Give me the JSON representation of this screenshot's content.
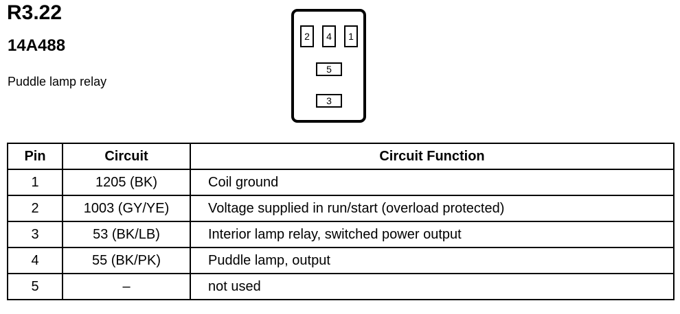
{
  "header": {
    "code": "R3.22",
    "part_number": "14A488",
    "description": "Puddle lamp relay"
  },
  "relay": {
    "pins": [
      "2",
      "4",
      "1",
      "5",
      "3"
    ]
  },
  "table": {
    "headers": [
      "Pin",
      "Circuit",
      "Circuit Function"
    ],
    "rows": [
      {
        "pin": "1",
        "circuit": "1205 (BK)",
        "function": "Coil ground"
      },
      {
        "pin": "2",
        "circuit": "1003 (GY/YE)",
        "function": "Voltage supplied in run/start (overload protected)"
      },
      {
        "pin": "3",
        "circuit": "53 (BK/LB)",
        "function": "Interior lamp relay, switched power output"
      },
      {
        "pin": "4",
        "circuit": "55 (BK/PK)",
        "function": "Puddle lamp, output"
      },
      {
        "pin": "5",
        "circuit": "–",
        "function": "not used"
      }
    ]
  }
}
